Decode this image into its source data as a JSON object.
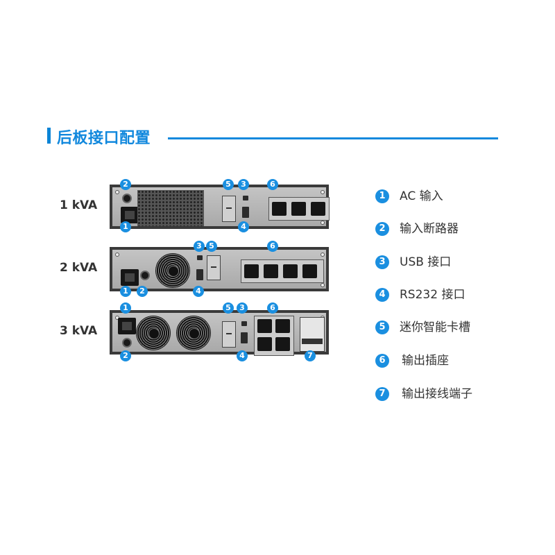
{
  "header": {
    "title": "后板接口配置"
  },
  "rows": [
    {
      "label": "1 kVA",
      "badges": [
        "2",
        "1",
        "5",
        "3",
        "4",
        "6"
      ]
    },
    {
      "label": "2 kVA",
      "badges": [
        "3",
        "5",
        "6",
        "1",
        "2",
        "4"
      ]
    },
    {
      "label": "3 kVA",
      "badges": [
        "1",
        "5",
        "3",
        "6",
        "2",
        "4",
        "7"
      ]
    }
  ],
  "legend": [
    {
      "num": "1",
      "text": "AC 输入"
    },
    {
      "num": "2",
      "text": "输入断路器"
    },
    {
      "num": "3",
      "text": "USB 接口"
    },
    {
      "num": "4",
      "text": "RS232 接口"
    },
    {
      "num": "5",
      "text": "迷你智能卡槽"
    },
    {
      "num": "6",
      "text": "输出插座"
    },
    {
      "num": "7",
      "text": "输出接线端子"
    }
  ],
  "colors": {
    "accent": "#1188dd",
    "badge": "#1a8fe0",
    "panel_border": "#3a3a3a"
  }
}
